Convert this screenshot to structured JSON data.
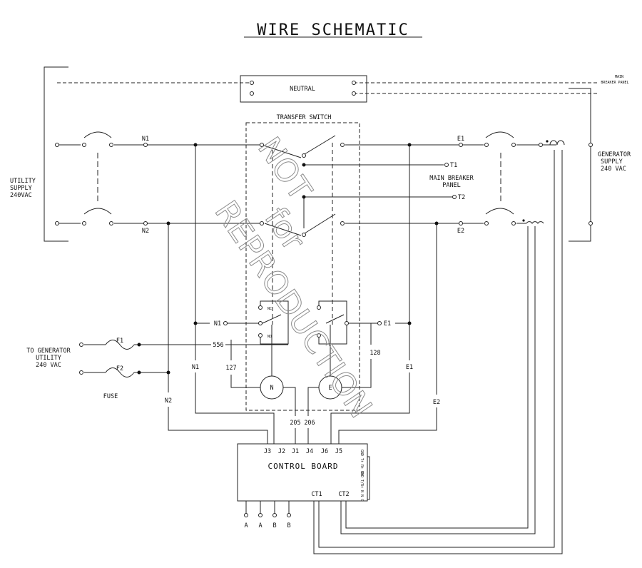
{
  "title": "WIRE SCHEMATIC",
  "watermark": {
    "line1": "NOT",
    "line2": "for",
    "line3": "REPRODUCTION"
  },
  "labels": {
    "neutral": "NEUTRAL",
    "main_breaker_small_1": "MAIN",
    "main_breaker_small_2": "BREAKER PANEL",
    "transfer_switch": "TRANSFER SWITCH",
    "main_breaker_1": "MAIN BREAKER",
    "main_breaker_2": "PANEL",
    "utility_1": "UTILITY",
    "utility_2": "SUPPLY",
    "utility_3": "240VAC",
    "generator_1": "GENERATOR",
    "generator_2": "SUPPLY",
    "generator_3": "240 VAC",
    "togen_1": "TO GENERATOR",
    "togen_2": "UTILITY",
    "togen_3": "240 VAC",
    "fuse": "FUSE",
    "f1": "F1",
    "f2": "F2",
    "n1_top": "N1",
    "n2_top": "N2",
    "e1_top": "E1",
    "e2_top": "E2",
    "t1": "T1",
    "t2": "T2",
    "n1_mid": "N1",
    "e1_mid": "E1",
    "n1_vert": "N1",
    "n2_vert": "N2",
    "e1_vert": "E1",
    "e2_vert": "E2",
    "w556": "556",
    "w127": "127",
    "w128": "128",
    "w205": "205",
    "w206": "206",
    "motor_n": "N",
    "motor_e": "E",
    "relay_nc": "NC",
    "relay_no": "NO",
    "control_board": "CONTROL BOARD",
    "j3": "J3",
    "j2": "J2",
    "j1": "J1",
    "j4": "J4",
    "j6": "J6",
    "j5": "J5",
    "ct1": "CT1",
    "ct2": "CT2",
    "side_top": "GND T+ R+ V+",
    "side_bottom": "GND T/R+ N N C",
    "term_a1": "A",
    "term_a2": "A",
    "term_b1": "B",
    "term_b2": "B"
  }
}
